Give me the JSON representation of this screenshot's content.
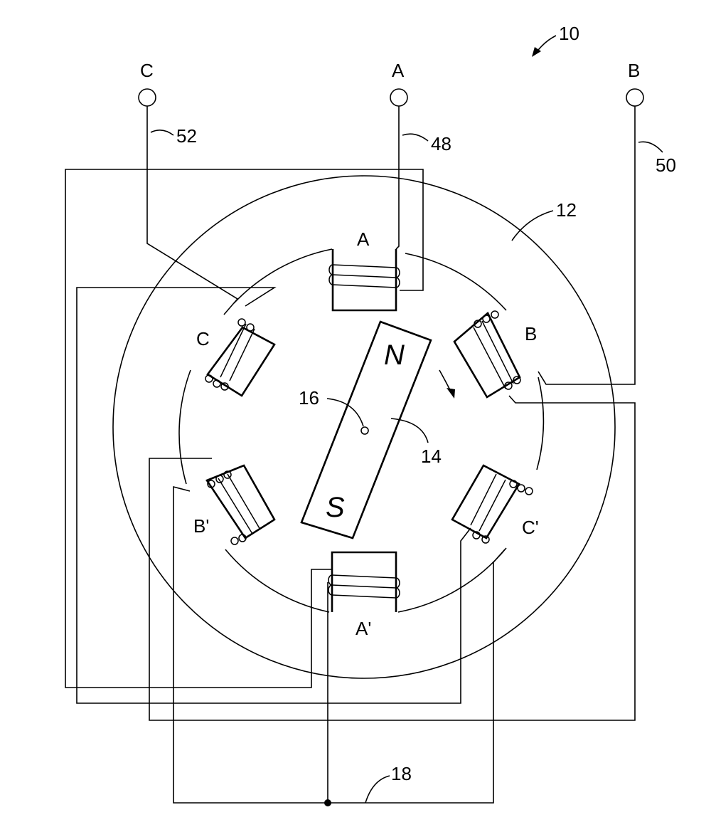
{
  "figure": {
    "reference_numerals": {
      "motor": "10",
      "stator": "12",
      "rotor": "14",
      "rotor_axis": "16",
      "neutral_point": "18",
      "lead_a": "48",
      "lead_b": "50",
      "lead_c": "52"
    },
    "terminals": {
      "c": "C",
      "a": "A",
      "b": "B"
    },
    "poles": {
      "a": "A",
      "b": "B",
      "c": "C",
      "a_prime": "A'",
      "b_prime": "B'",
      "c_prime": "C'"
    },
    "magnet": {
      "north": "N",
      "south": "S"
    }
  }
}
